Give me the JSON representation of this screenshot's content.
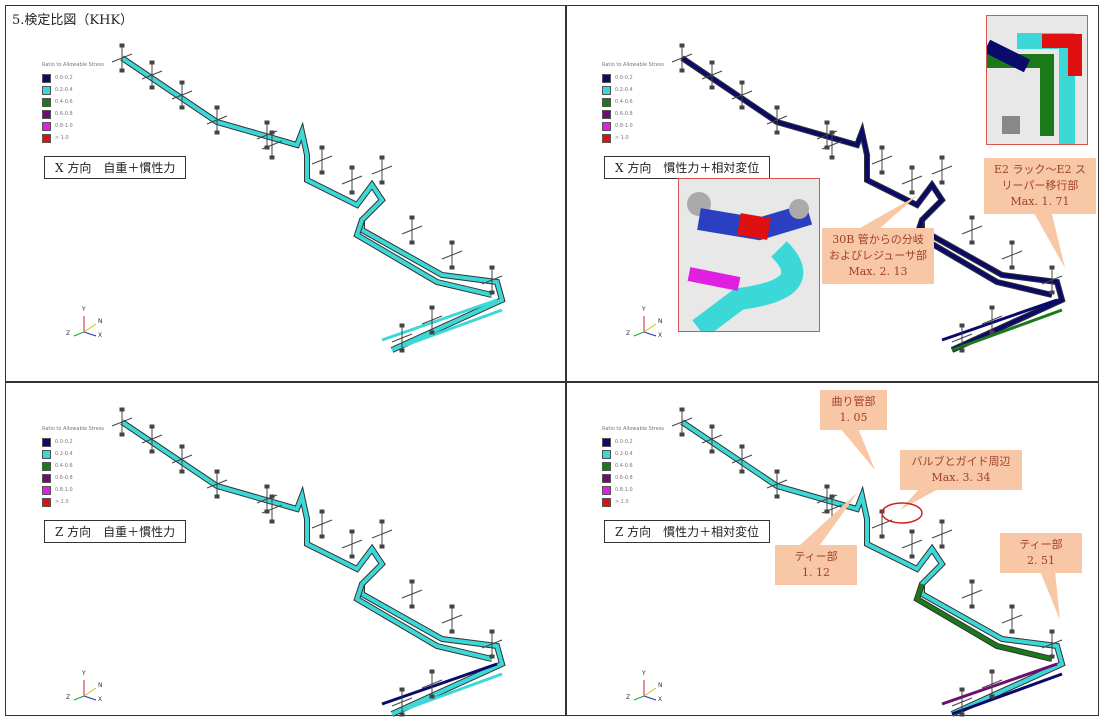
{
  "title": "5.検定比図（KHK）",
  "legend": {
    "title": "Ratio to Allowable Stress",
    "items": [
      {
        "label": "0.0-0.2",
        "color": "#0a0a6a"
      },
      {
        "label": "0.2-0.4",
        "color": "#3cd8d8"
      },
      {
        "label": "0.4-0.6",
        "color": "#1a7a1a"
      },
      {
        "label": "0.6-0.8",
        "color": "#6a1070"
      },
      {
        "label": "0.8-1.0",
        "color": "#e020e0"
      },
      {
        "label": "> 1.0",
        "color": "#e01010"
      }
    ]
  },
  "axes": {
    "y": "Y",
    "z": "Z",
    "x": "X",
    "n": "N"
  },
  "panels": [
    {
      "label": "X 方向　自重＋慣性力"
    },
    {
      "label": "X 方向　慣性力＋相対変位",
      "callouts": [
        {
          "text": "E2 ラック～E2 スリーパー移行部",
          "value": "Max. 1. 71"
        },
        {
          "text": "30B 管からの分岐およびレジューサ部",
          "value": "Max. 2. 13"
        }
      ]
    },
    {
      "label": "Z 方向　自重＋慣性力"
    },
    {
      "label": "Z 方向　慣性力＋相対変位",
      "callouts": [
        {
          "text": "曲り管部",
          "value": "1. 05"
        },
        {
          "text": "バルブとガイド周辺",
          "value": "Max. 3. 34"
        },
        {
          "text": "ティー部",
          "value": "1. 12"
        },
        {
          "text": "ティー部",
          "value": "2. 51"
        }
      ]
    }
  ]
}
